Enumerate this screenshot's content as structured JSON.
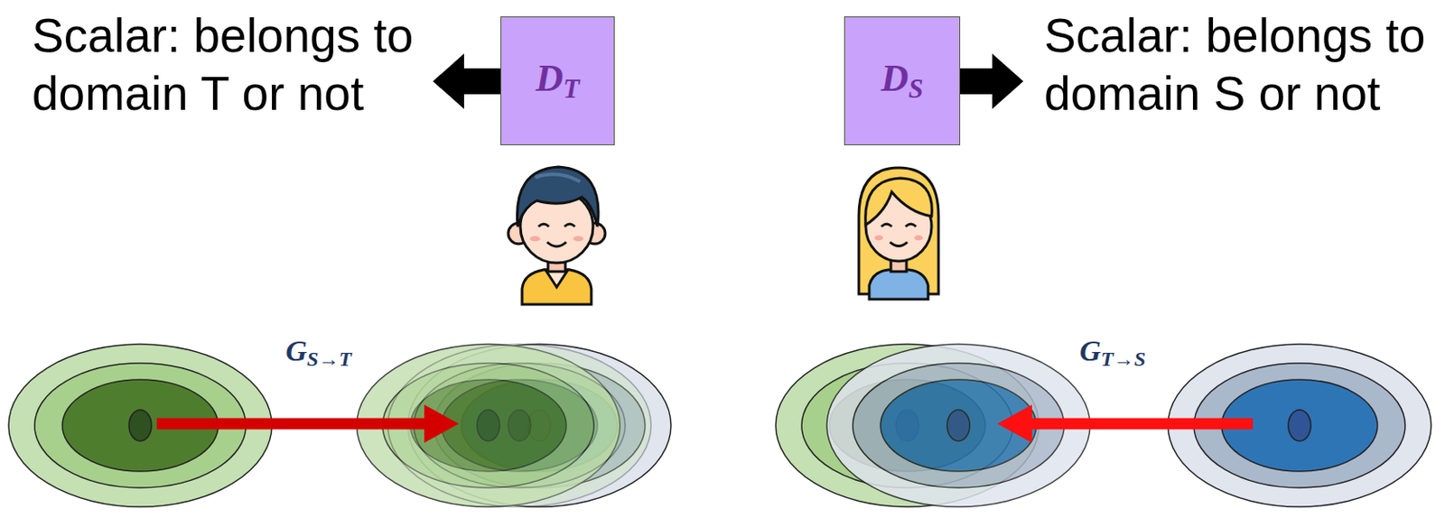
{
  "diagram": {
    "nodes": [
      {
        "text": [
          "DT"
        ]
      },
      {
        "text": [
          "DS"
        ]
      }
    ],
    "labels": [
      "Scalar: belongs to domain T or not",
      "Scalar: belongs to domain S or not",
      "GS→T",
      "GT→S"
    ]
  }
}
